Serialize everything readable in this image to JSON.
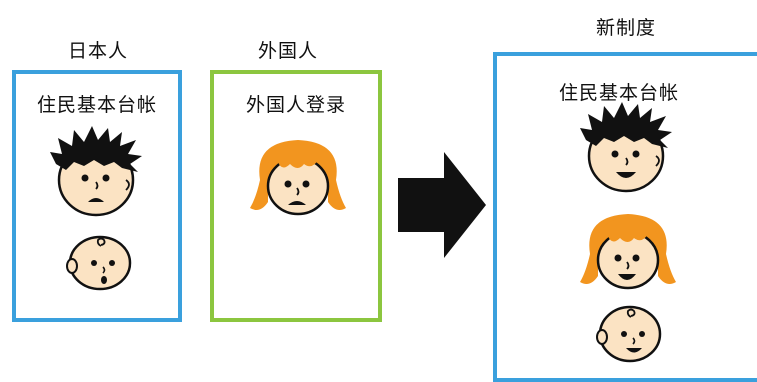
{
  "headings": {
    "japanese": "日本人",
    "foreigners": "外国人",
    "new_system": "新制度"
  },
  "panels": {
    "japanese": {
      "label": "住民基本台帐",
      "border_color": "#3aa0dd"
    },
    "foreigners": {
      "label": "外国人登录",
      "border_color": "#8cc63f"
    },
    "new_system": {
      "label": "住民基本台帐",
      "border_color": "#3aa0dd"
    }
  },
  "faces": {
    "adult_man": {
      "hair_color": "#111111",
      "expression": "worried"
    },
    "baby": {
      "hair_color": "none",
      "expression": "surprised"
    },
    "woman": {
      "hair_color": "#f2951f",
      "expression": "worried"
    },
    "adult_man_new": {
      "hair_color": "#111111",
      "expression": "smiling"
    },
    "woman_new": {
      "hair_color": "#f2951f",
      "expression": "smiling"
    },
    "baby_new": {
      "hair_color": "none",
      "expression": "smiling"
    }
  },
  "colors": {
    "skin": "#fbe3c3",
    "outline": "#111111",
    "arrow": "#111111"
  }
}
